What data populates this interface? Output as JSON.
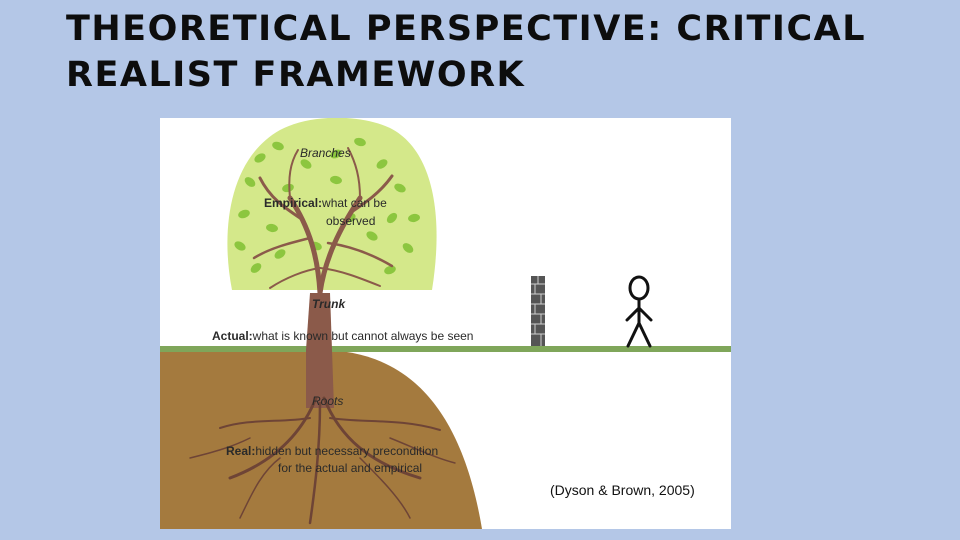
{
  "slide": {
    "title_line1": "THEORETICAL PERSPECTIVE: CRITICAL",
    "title_line2": "REALIST FRAMEWORK"
  },
  "figure": {
    "branches_label": "Branches",
    "empirical_term": "Empirical:",
    "empirical_line1": "what can  be",
    "empirical_line2": "observed",
    "trunk_label": "Trunk",
    "actual_term": "Actual:",
    "actual_desc": "what is known but cannot always be seen",
    "roots_label": "Roots",
    "real_term": "Real:",
    "real_line1": "hidden but necessary precondition",
    "real_line2": "for the actual and empirical",
    "citation": "(Dyson & Brown, 2005)"
  },
  "colors": {
    "background": "#b4c7e7",
    "canopy": "#d4e88a",
    "leaf": "#8cc63f",
    "trunk": "#8b5a4a",
    "ground": "#a47a3e",
    "grass": "#7fa65a"
  },
  "icons": [
    "tree-illustration",
    "brick-wall-icon",
    "stick-figure-icon"
  ]
}
